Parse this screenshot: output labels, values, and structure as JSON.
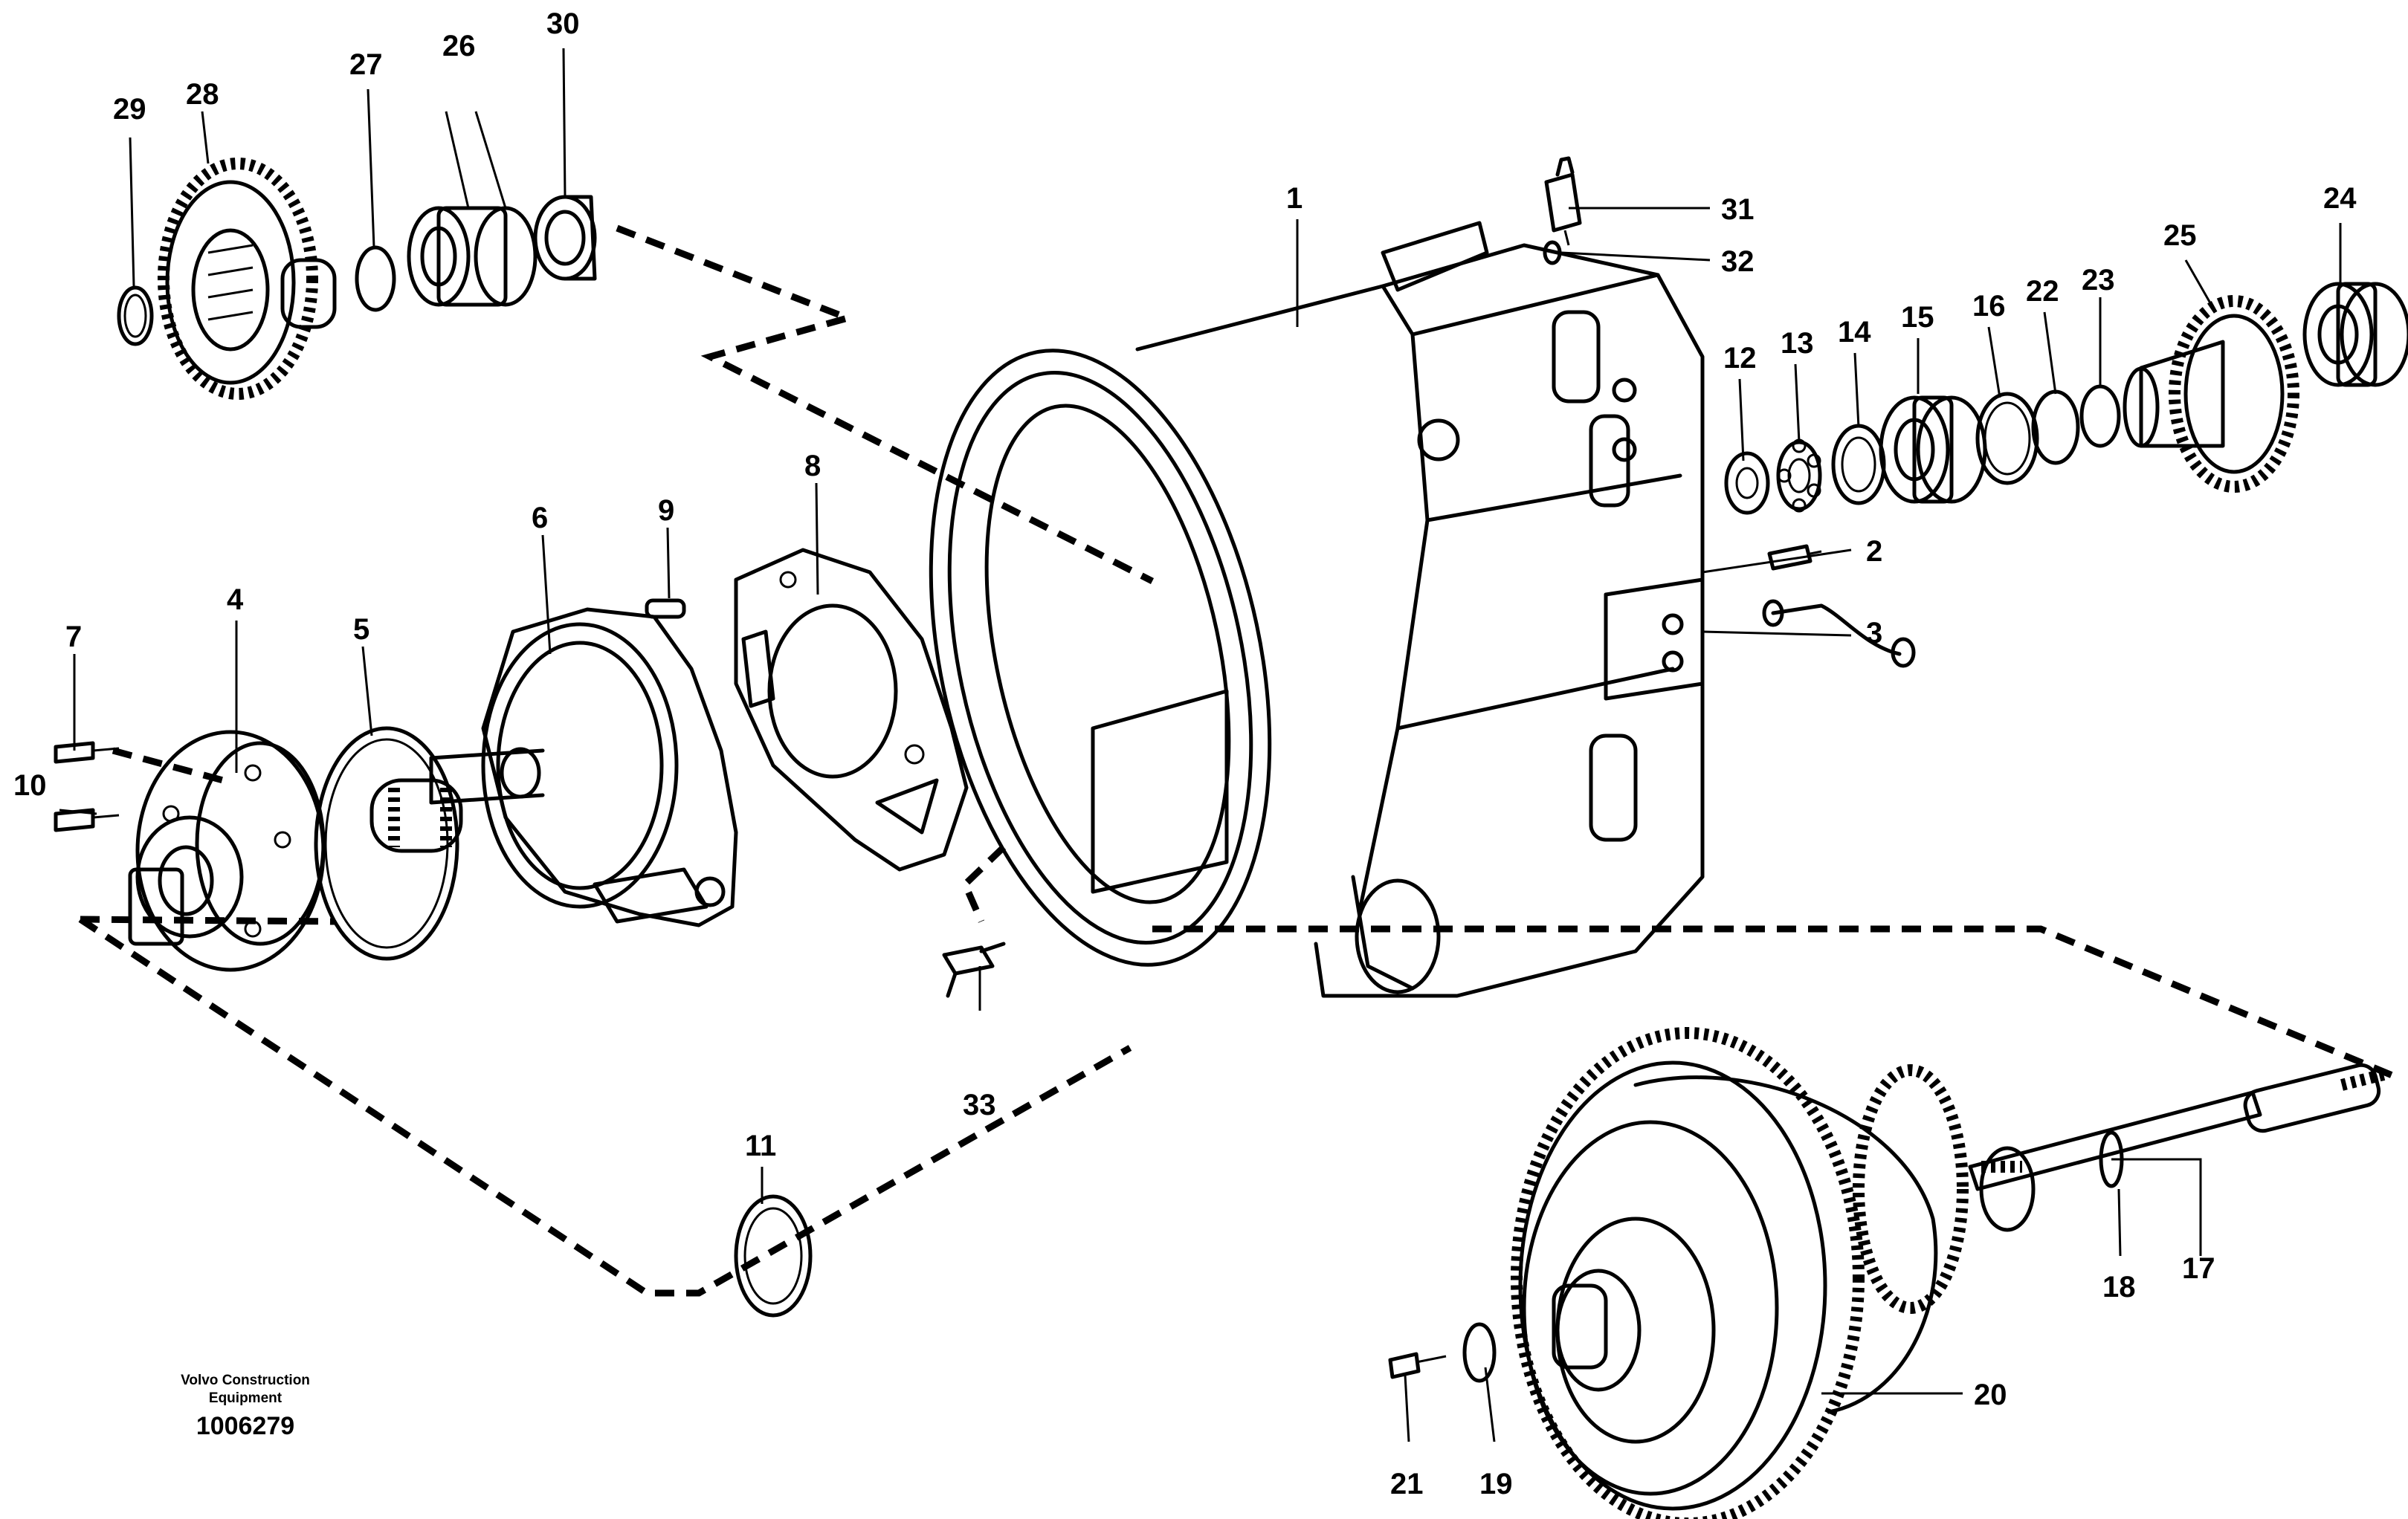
{
  "diagram": {
    "callouts": {
      "c1": "1",
      "c2": "2",
      "c3": "3",
      "c4": "4",
      "c5": "5",
      "c6": "6",
      "c7": "7",
      "c8": "8",
      "c9": "9",
      "c10": "10",
      "c11": "11",
      "c12": "12",
      "c13": "13",
      "c14": "14",
      "c15": "15",
      "c16": "16",
      "c17": "17",
      "c18": "18",
      "c19": "19",
      "c20": "20",
      "c21": "21",
      "c22": "22",
      "c23": "23",
      "c24": "24",
      "c25": "25",
      "c26": "26",
      "c27": "27",
      "c28": "28",
      "c29": "29",
      "c30": "30",
      "c31": "31",
      "c32": "32",
      "c33": "33"
    },
    "stamp": {
      "line1": "Volvo Construction",
      "line2": "Equipment",
      "number": "1006279"
    }
  }
}
